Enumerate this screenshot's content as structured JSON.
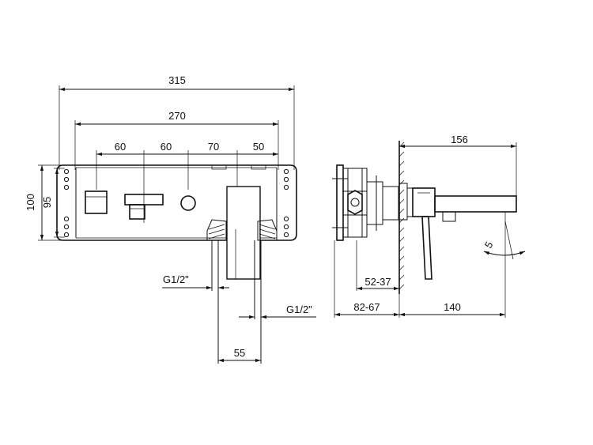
{
  "front_view": {
    "dim_total_width": "315",
    "dim_inner_width": "270",
    "dim_spacing_1": "60",
    "dim_spacing_2": "60",
    "dim_spacing_3": "70",
    "dim_spacing_4": "50",
    "dim_outer_height": "100",
    "dim_inner_height": "95",
    "dim_inlet_left": "G1/2\"",
    "dim_inlet_right": "G1/2\"",
    "dim_inlet_spacing": "55"
  },
  "side_view": {
    "dim_spout_length": "156",
    "dim_spout_angle": "5",
    "dim_wall_depth_1": "52-37",
    "dim_wall_depth_2": "82-67",
    "dim_projection": "140"
  }
}
